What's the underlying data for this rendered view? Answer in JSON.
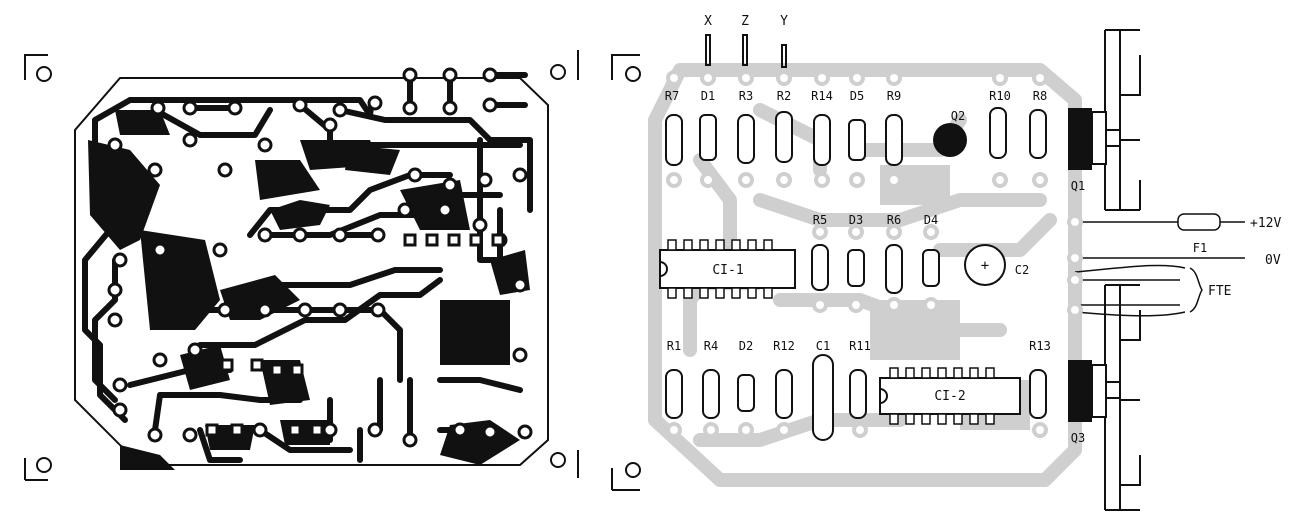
{
  "signals": {
    "x": "X",
    "z": "Z",
    "y": "Y"
  },
  "top_resistors": [
    "R7",
    "D1",
    "R3",
    "R2",
    "R14",
    "D5",
    "R9",
    "Q2",
    "R10",
    "R8"
  ],
  "mid_components": [
    "R5",
    "D3",
    "R6",
    "D4"
  ],
  "bottom_components": [
    "R1",
    "R4",
    "D2",
    "R12",
    "C1",
    "R11",
    "R13"
  ],
  "ic1": "CI-1",
  "ic2": "CI-2",
  "transistors": {
    "q1": "Q1",
    "q3": "Q3"
  },
  "capacitor_c2": "C2",
  "fuse": "F1",
  "supply": {
    "plus": "+12V",
    "zero": "0V"
  },
  "fte": "FTE",
  "colors": {
    "ink": "#111111",
    "copper_grey": "#cfcfcf",
    "paper": "#ffffff"
  }
}
